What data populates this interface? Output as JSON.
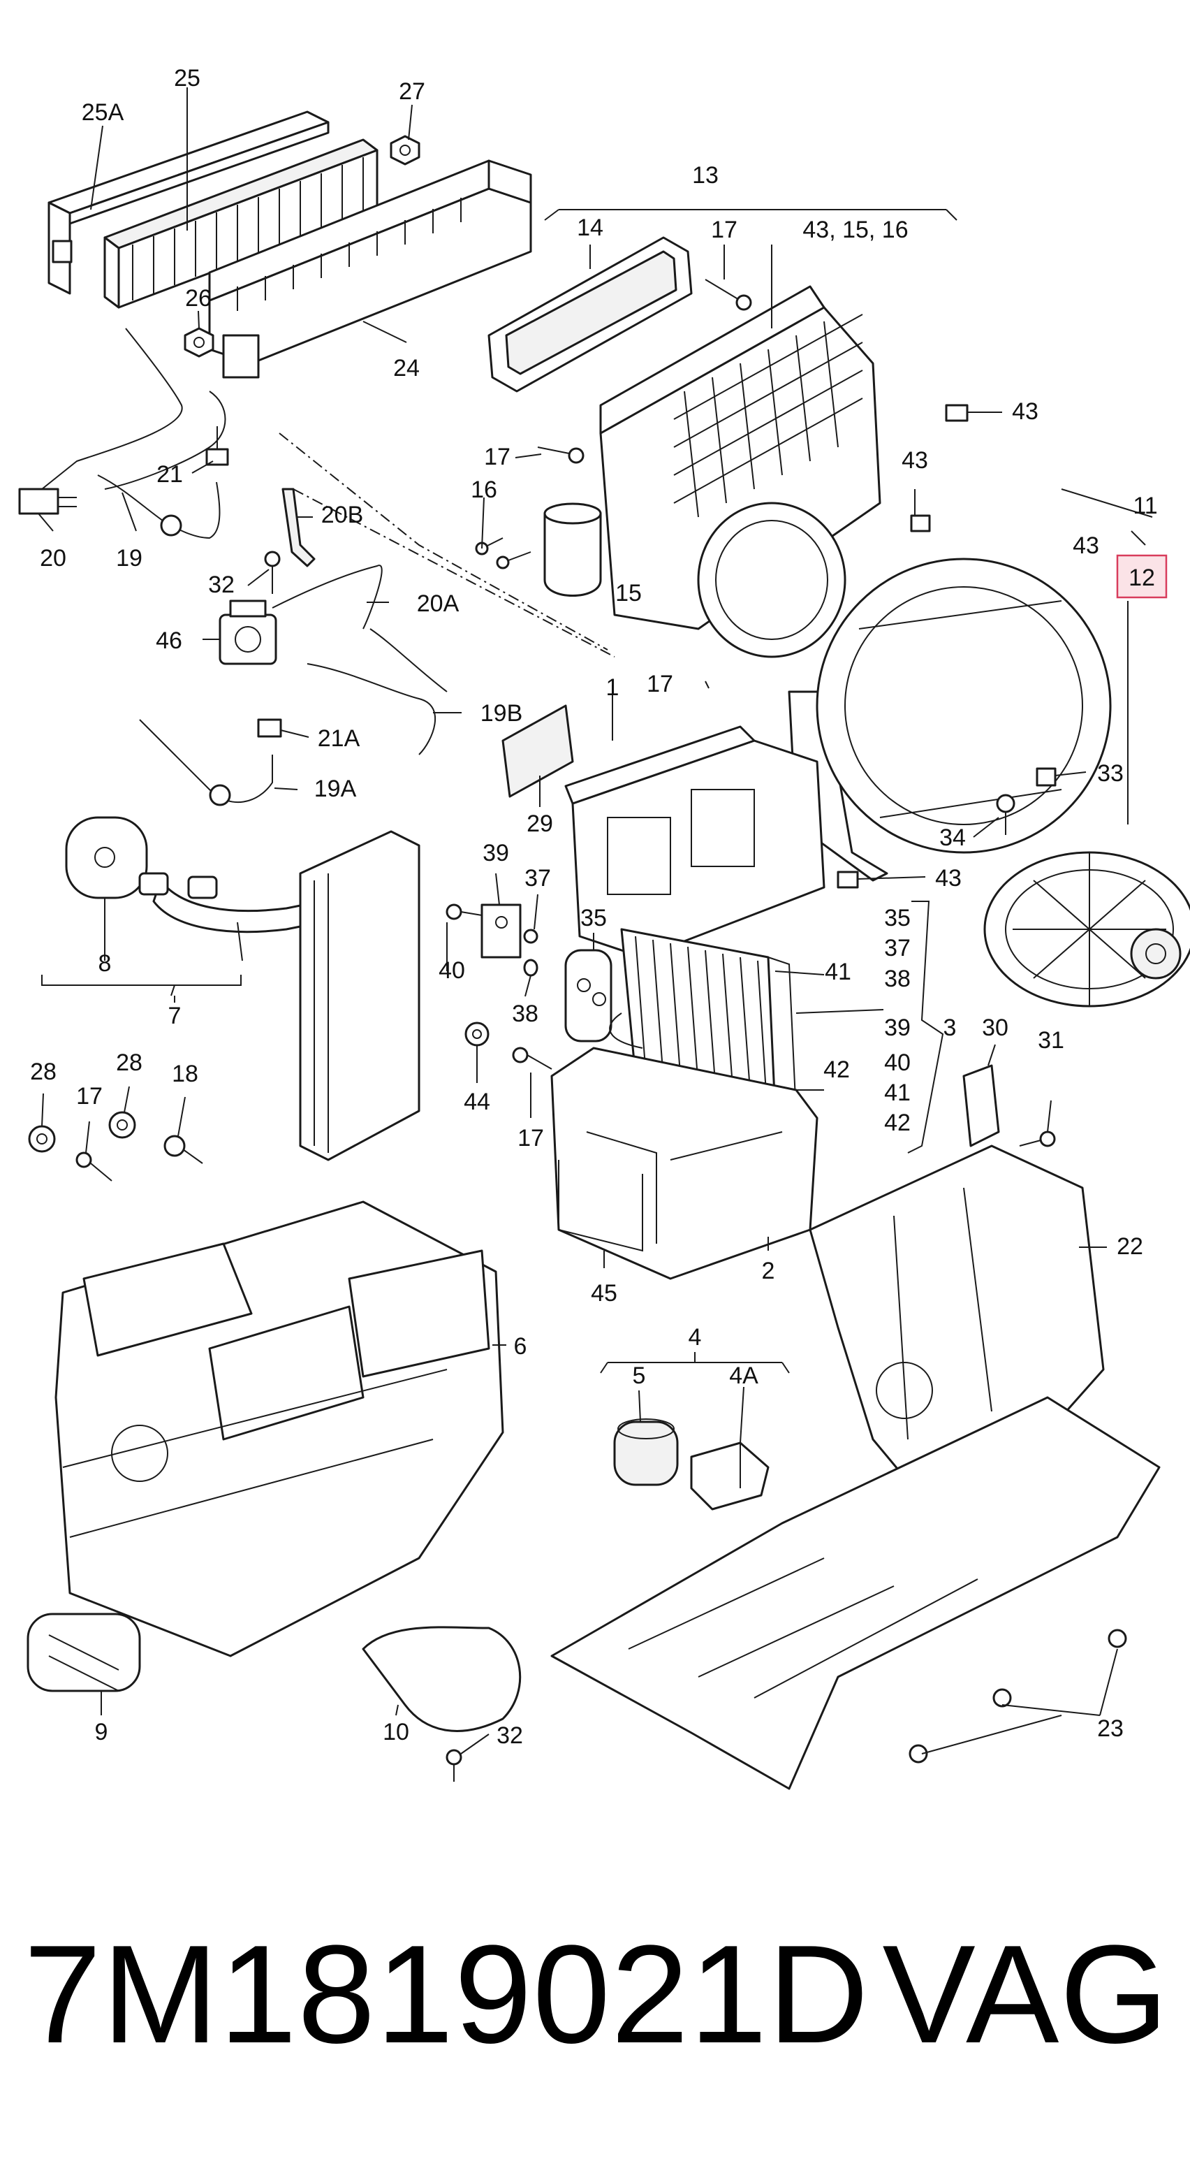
{
  "callouts": {
    "c25A": "25A",
    "c25": "25",
    "c27": "27",
    "c13": "13",
    "c14": "14",
    "c17a": "17",
    "c43_15_16": "43, 15, 16",
    "c26": "26",
    "c24": "24",
    "c43a": "43",
    "c17b": "17",
    "c21": "21",
    "c16": "16",
    "c43b": "43",
    "c11": "11",
    "c20B": "20B",
    "c43c": "43",
    "c12": "12",
    "c20": "20",
    "c19": "19",
    "c32a": "32",
    "c15": "15",
    "c20A": "20A",
    "c46": "46",
    "c1": "1",
    "c17c": "17",
    "c19B": "19B",
    "c21A": "21A",
    "c33": "33",
    "c19A": "19A",
    "c29": "29",
    "c34": "34",
    "c39a": "39",
    "c37a": "37",
    "c43d": "43",
    "c35a": "35",
    "c8": "8",
    "c40a": "40",
    "c41a": "41",
    "c35b": "35",
    "c37b": "37",
    "c38a": "38",
    "c38b": "38",
    "c7": "7",
    "c39b": "39",
    "c3": "3",
    "c30": "30",
    "c31": "31",
    "c44": "44",
    "c42a": "42",
    "c40b": "40",
    "c41b": "41",
    "c42b": "42",
    "c28a": "28",
    "c28b": "28",
    "c18": "18",
    "c17d": "17",
    "c17e": "17",
    "c22": "22",
    "c45": "45",
    "c2": "2",
    "c6": "6",
    "c4": "4",
    "c5": "5",
    "c4A": "4A",
    "c23": "23",
    "c9": "9",
    "c10": "10",
    "c32b": "32"
  },
  "caption": {
    "part_number": "7M1819021D",
    "brand": "VAG"
  },
  "colors": {
    "line": "#1a1a1a",
    "highlight_stroke": "#d83c5c",
    "highlight_fill": "#fbe3e7"
  }
}
